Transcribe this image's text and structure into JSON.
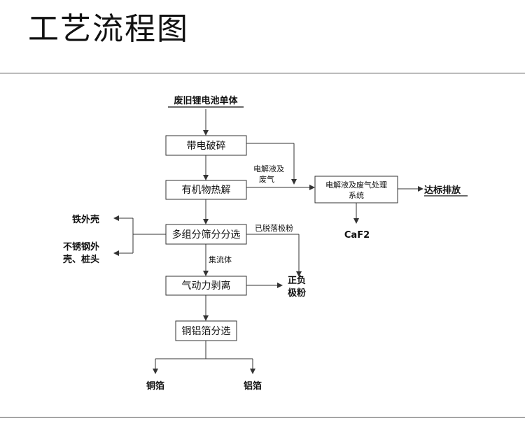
{
  "page": {
    "title": "工艺流程图"
  },
  "diagram": {
    "source": "废旧锂电池单体",
    "steps": {
      "crush": "带电破碎",
      "pyrolysis": "有机物热解",
      "sort": "多组分筛分分选",
      "strip": "气动力剥离",
      "foil_sort": "铜铝箔分选"
    },
    "side_process": {
      "line1": "电解液及废气处理",
      "line2": "系统"
    },
    "labels": {
      "electrolyte_gas_1": "电解液及",
      "electrolyte_gas_2": "废气",
      "detached_powder": "已脱落极粉",
      "collector": "集流体"
    },
    "outputs": {
      "compliant": "达标排放",
      "caf2": "CaF2",
      "iron_shell": "铁外壳",
      "steel_1": "不锈钢外",
      "steel_2": "壳、桩头",
      "electrode_1": "正负",
      "electrode_2": "极粉",
      "copper_foil": "铜箔",
      "aluminum_foil": "铝箔"
    }
  }
}
